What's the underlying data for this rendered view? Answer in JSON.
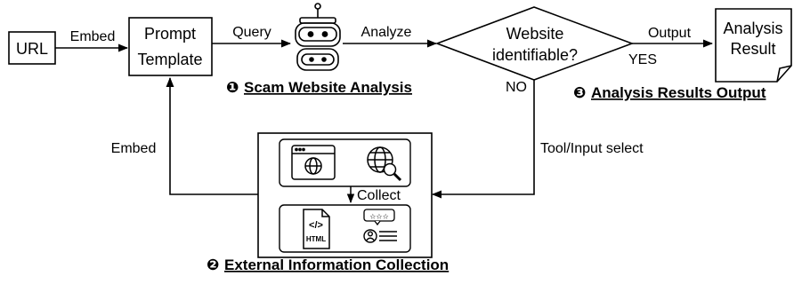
{
  "nodes": {
    "url": "URL",
    "prompt_line1": "Prompt",
    "prompt_line2": "Template",
    "decision_line1": "Website",
    "decision_line2": "identifiable?",
    "result_line1": "Analysis",
    "result_line2": "Result",
    "collect": "Collect",
    "html_icon_text": "HTML"
  },
  "edges": {
    "embed_top": "Embed",
    "query": "Query",
    "analyze": "Analyze",
    "output": "Output",
    "yes": "YES",
    "no": "NO",
    "tool_select": "Tool/Input select",
    "embed_left": "Embed"
  },
  "sections": {
    "s1_num": "❶",
    "s1_title": "Scam Website Analysis",
    "s2_num": "❷",
    "s2_title": "External Information Collection",
    "s3_num": "❸",
    "s3_title": "Analysis Results Output"
  },
  "icons": [
    "robot-icon",
    "browser-window-icon",
    "globe-search-icon",
    "html-file-icon",
    "review-stars-icon",
    "user-profile-icon"
  ],
  "colors": {
    "stroke": "#000000",
    "background": "#ffffff"
  }
}
